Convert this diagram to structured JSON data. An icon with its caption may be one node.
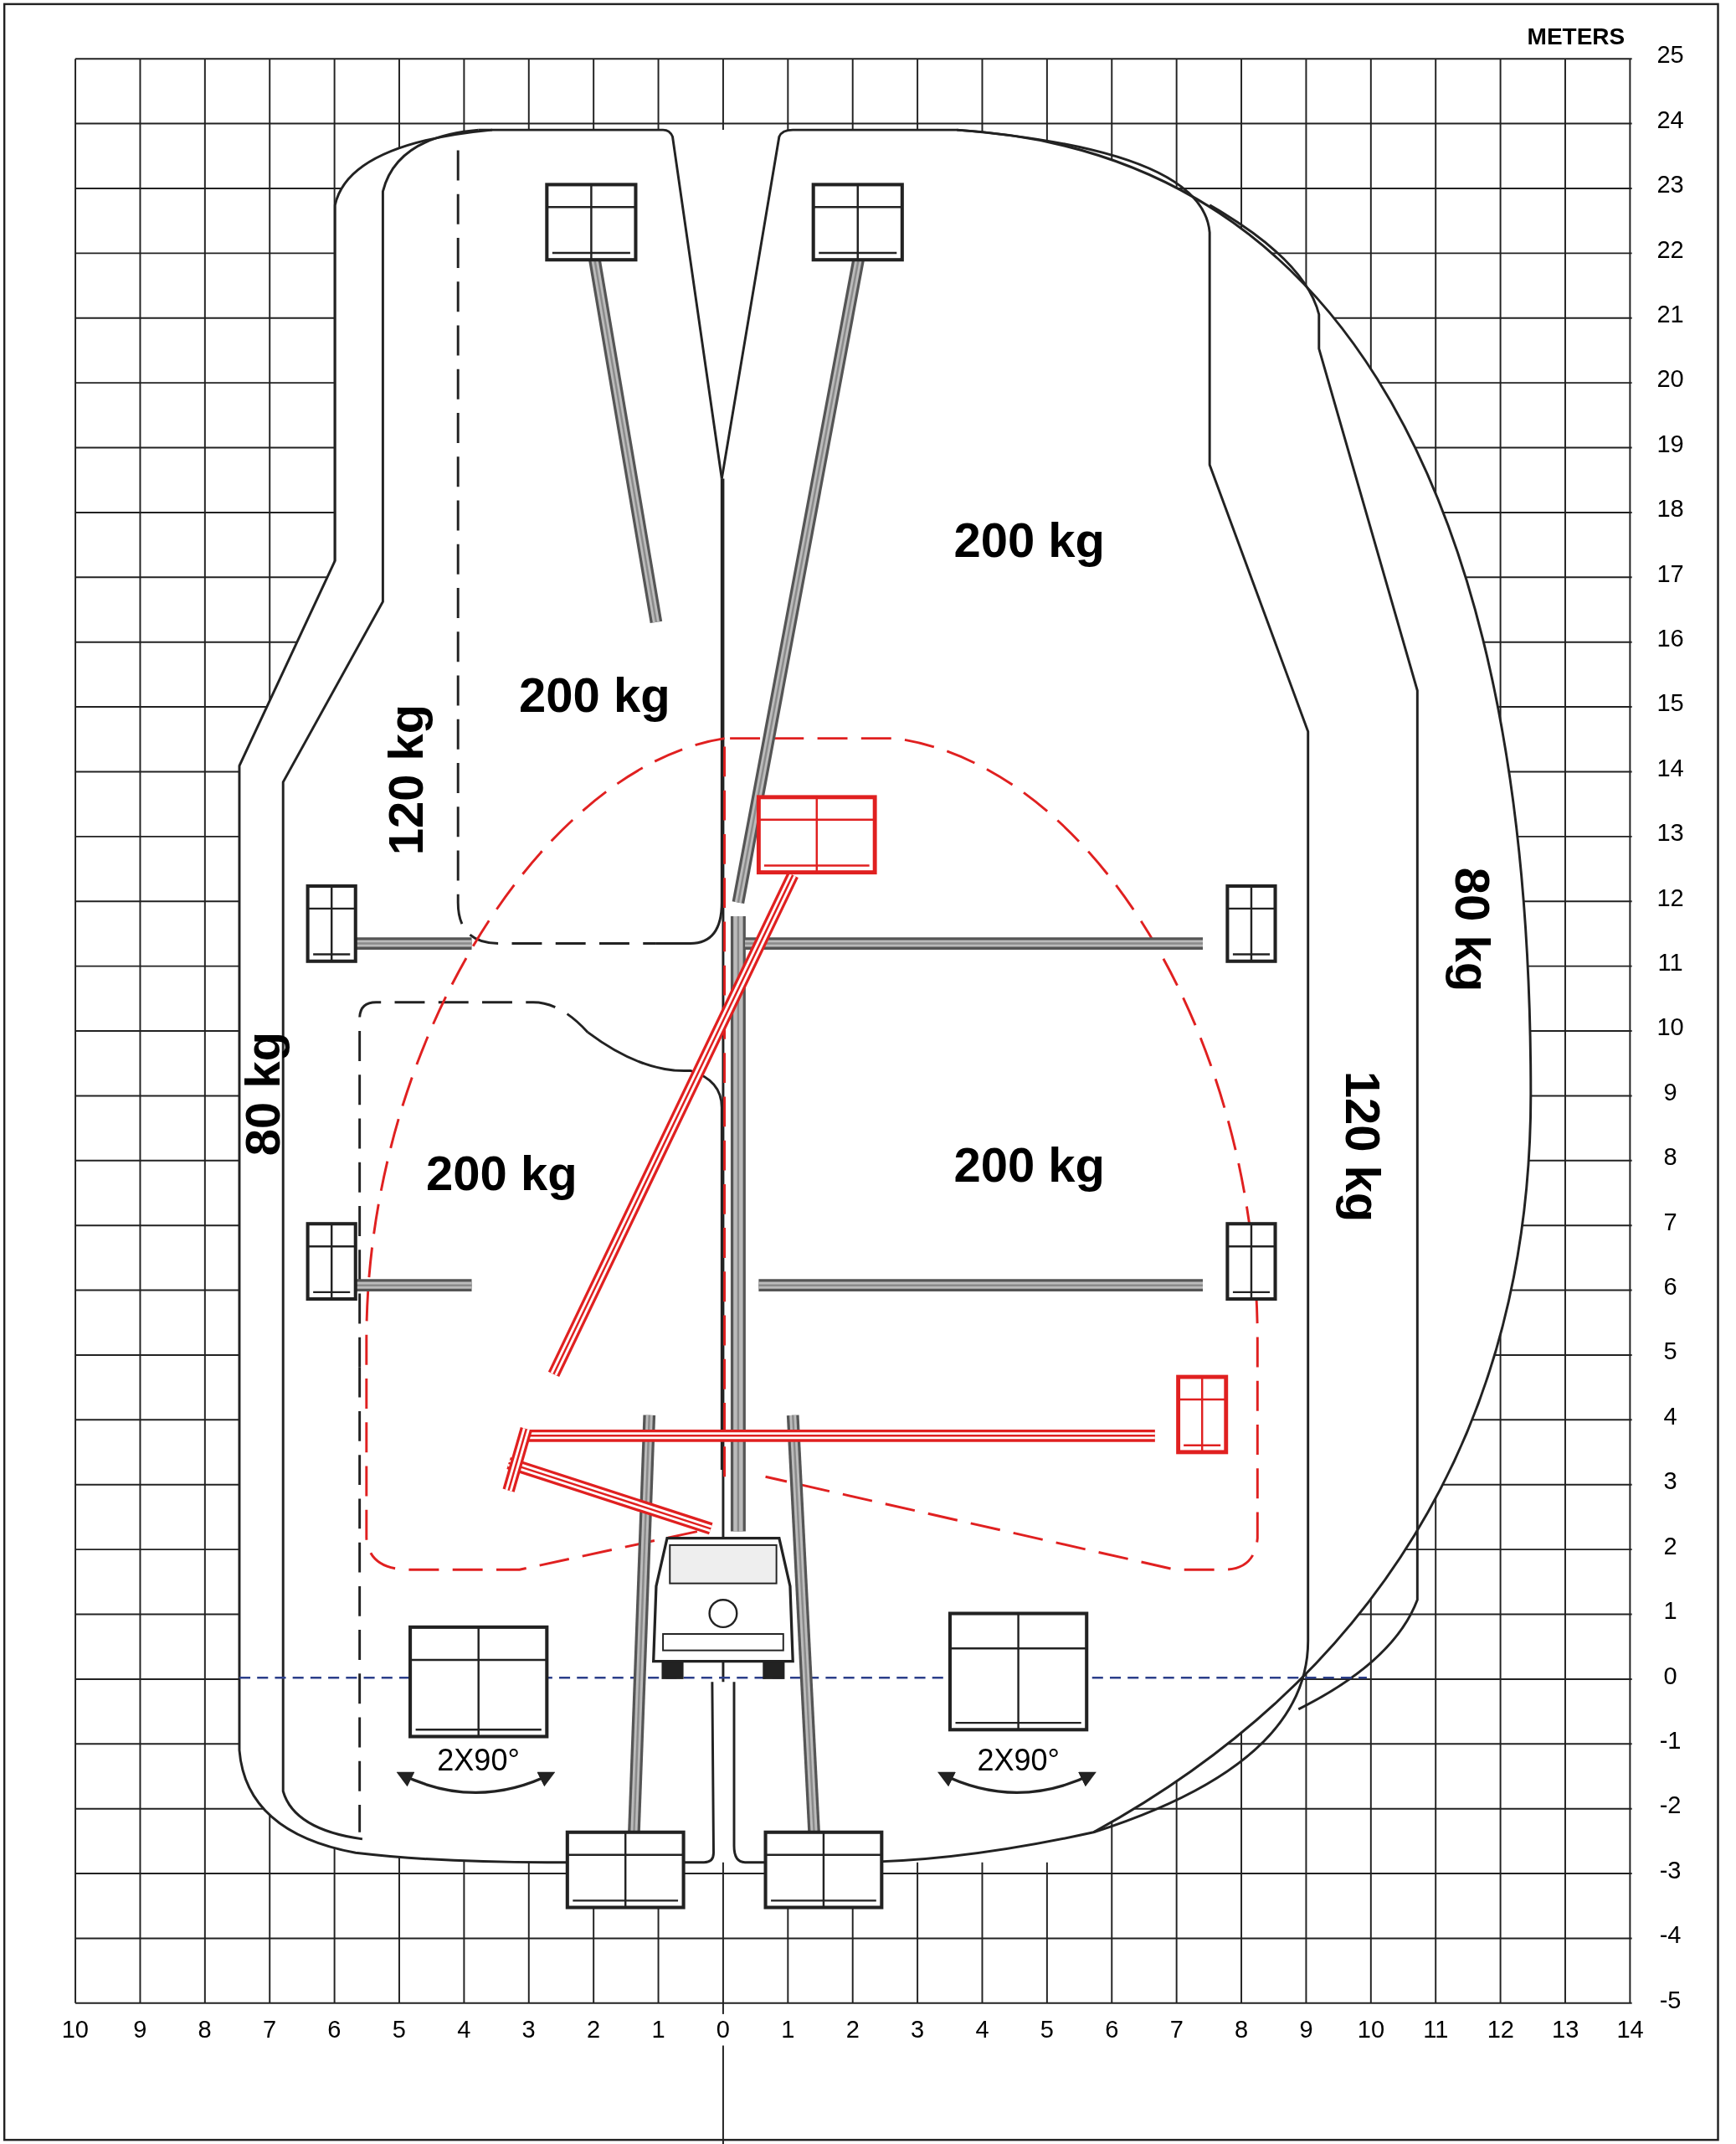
{
  "diagram": {
    "labels": [
      "METERS",
      "25",
      "24",
      "23",
      "22",
      "21",
      "20",
      "19",
      "18",
      "17",
      "16",
      "15",
      "14",
      "13",
      "12",
      "11",
      "10",
      "9",
      "8",
      "7",
      "6",
      "5",
      "4",
      "3",
      "2",
      "1",
      "0",
      "-1",
      "-2",
      "-3",
      "-4",
      "-5",
      "200 kg",
      "200 kg",
      "120 kg",
      "80 kg",
      "80 kg",
      "120 kg",
      "200 kg",
      "200 kg",
      "2X90°",
      "2X90°",
      "10",
      "9",
      "8",
      "7",
      "6",
      "5",
      "4",
      "3",
      "2",
      "1",
      "0",
      "1",
      "2",
      "3",
      "4",
      "5",
      "6",
      "7",
      "8",
      "9",
      "10",
      "11",
      "12",
      "13",
      "14"
    ]
  }
}
